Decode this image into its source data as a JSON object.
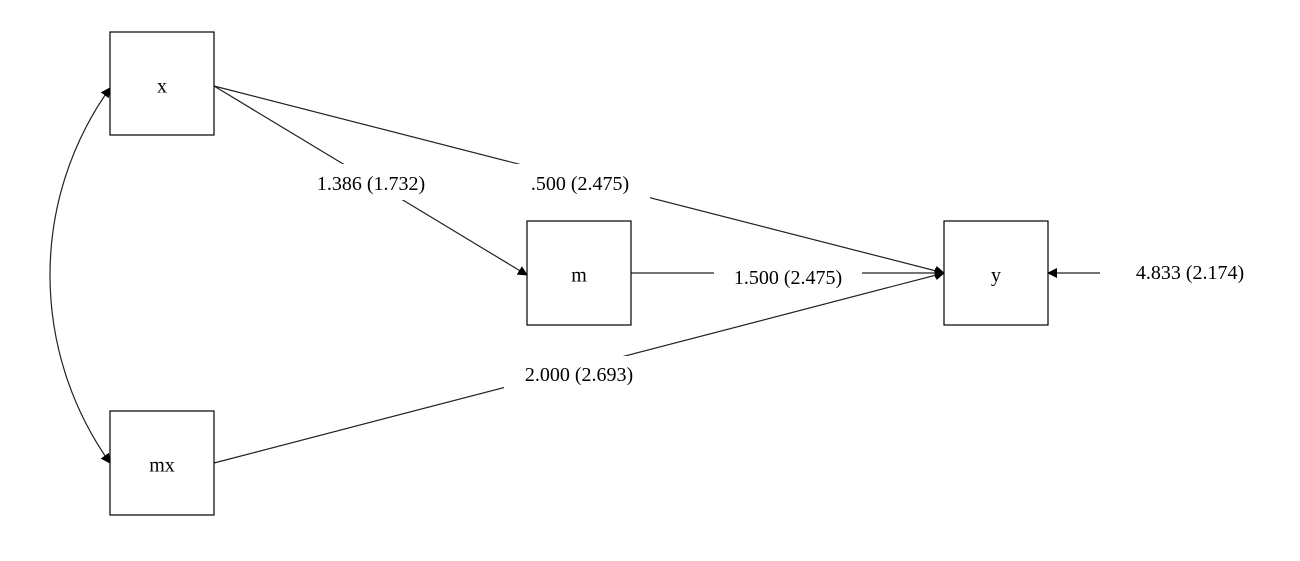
{
  "nodes": {
    "x": {
      "label": "x"
    },
    "mx": {
      "label": "mx"
    },
    "m": {
      "label": "m"
    },
    "y": {
      "label": "y"
    }
  },
  "edges": {
    "x_m": {
      "from": "x",
      "to": "m",
      "label": "1.386 (1.732)"
    },
    "x_y": {
      "from": "x",
      "to": "y",
      "label": ".500 (2.475)"
    },
    "m_y": {
      "from": "m",
      "to": "y",
      "label": "1.500 (2.475)"
    },
    "mx_y": {
      "from": "mx",
      "to": "y",
      "label": "2.000 (2.693)"
    },
    "x_mx": {
      "from": "x",
      "to": "mx",
      "type": "covariance"
    },
    "resid_y": {
      "to": "y",
      "label": "4.833 (2.174)"
    }
  }
}
